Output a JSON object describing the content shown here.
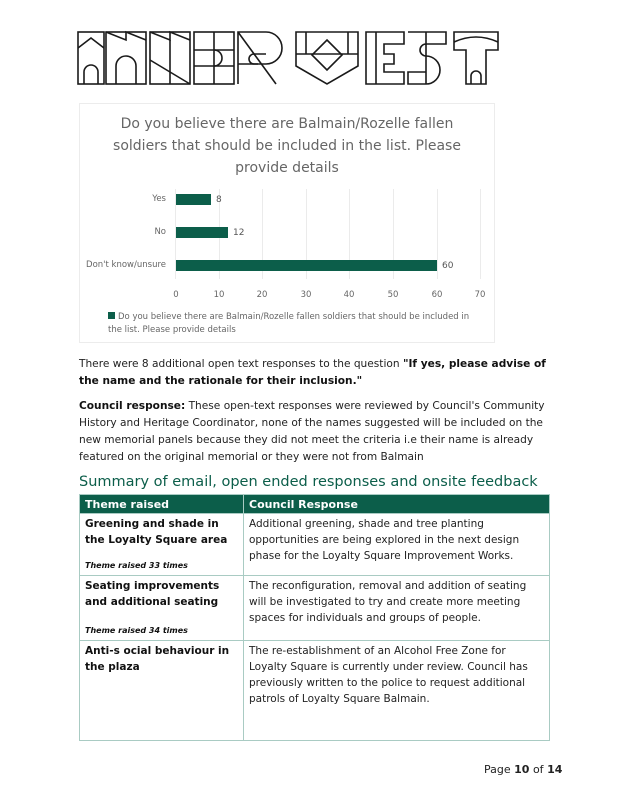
{
  "logo": {
    "text": "INNER WEST"
  },
  "chart_data": {
    "type": "bar",
    "orientation": "horizontal",
    "title": "Do you believe there are Balmain/Rozelle fallen soldiers that should be included in the list. Please provide details",
    "title_lines": [
      "Do you believe there are Balmain/Rozelle fallen",
      "soldiers that should be included in the list. Please",
      "provide details"
    ],
    "categories": [
      "Yes",
      "No",
      "Don't know/unsure"
    ],
    "values": [
      8,
      12,
      60
    ],
    "value_labels": [
      "8",
      "12",
      "60"
    ],
    "xlabel": "",
    "ylabel": "",
    "xlim": [
      0,
      70
    ],
    "x_ticks": [
      "0",
      "10",
      "20",
      "30",
      "40",
      "50",
      "60",
      "70"
    ],
    "grid": true,
    "legend_position": "bottom",
    "series": [
      {
        "name": "Do you believe there are Balmain/Rozelle fallen soldiers that should be included in the list. Please provide details",
        "values": [
          8,
          12,
          60
        ],
        "color": "#0c5e4a"
      }
    ],
    "legend_text": "Do you believe there are Balmain/Rozelle fallen soldiers that should be included in the list. Please provide details"
  },
  "paragraphs": {
    "p1_plain": "There were 8 additional open text responses to the question ",
    "p1_bold": "\"If yes, please advise of the name and the rationale for their inclusion.\"",
    "p2_bold": "Council response:",
    "p2_plain": " These open-text responses were reviewed by Council's Community History and Heritage Coordinator, none of the names suggested will be included on the new memorial panels because they did not meet the criteria i.e their name is already featured on the original memorial or they were not from Balmain"
  },
  "section": {
    "heading": "Summary of email, open ended responses and onsite feedback"
  },
  "table": {
    "headers": [
      "Theme raised",
      "Council Response"
    ],
    "rows": [
      {
        "theme": "Greening and shade in the Loyalty Square area",
        "count": "Theme raised 33 times",
        "response": "Additional greening, shade and tree planting opportunities are being explored in the next design phase for the Loyalty Square Improvement Works."
      },
      {
        "theme": "Seating improvements and additional seating",
        "count": "Theme raised 34 times",
        "response": "The reconfiguration, removal and addition of seating will be investigated to try and create more meeting spaces for individuals and groups of people."
      },
      {
        "theme": "Anti-s ocial behaviour in the plaza",
        "count": "",
        "response": "The re-establishment of an Alcohol Free Zone for Loyalty Square is currently under review. Council has previously written to the police to request additional patrols of Loyalty Square Balmain."
      }
    ]
  },
  "footer": {
    "page_prefix": "Page ",
    "page_current": "10",
    "page_mid": " of ",
    "page_total": "14"
  },
  "colors": {
    "brand_green": "#0c5e4a",
    "table_border": "#a9cbc3"
  }
}
